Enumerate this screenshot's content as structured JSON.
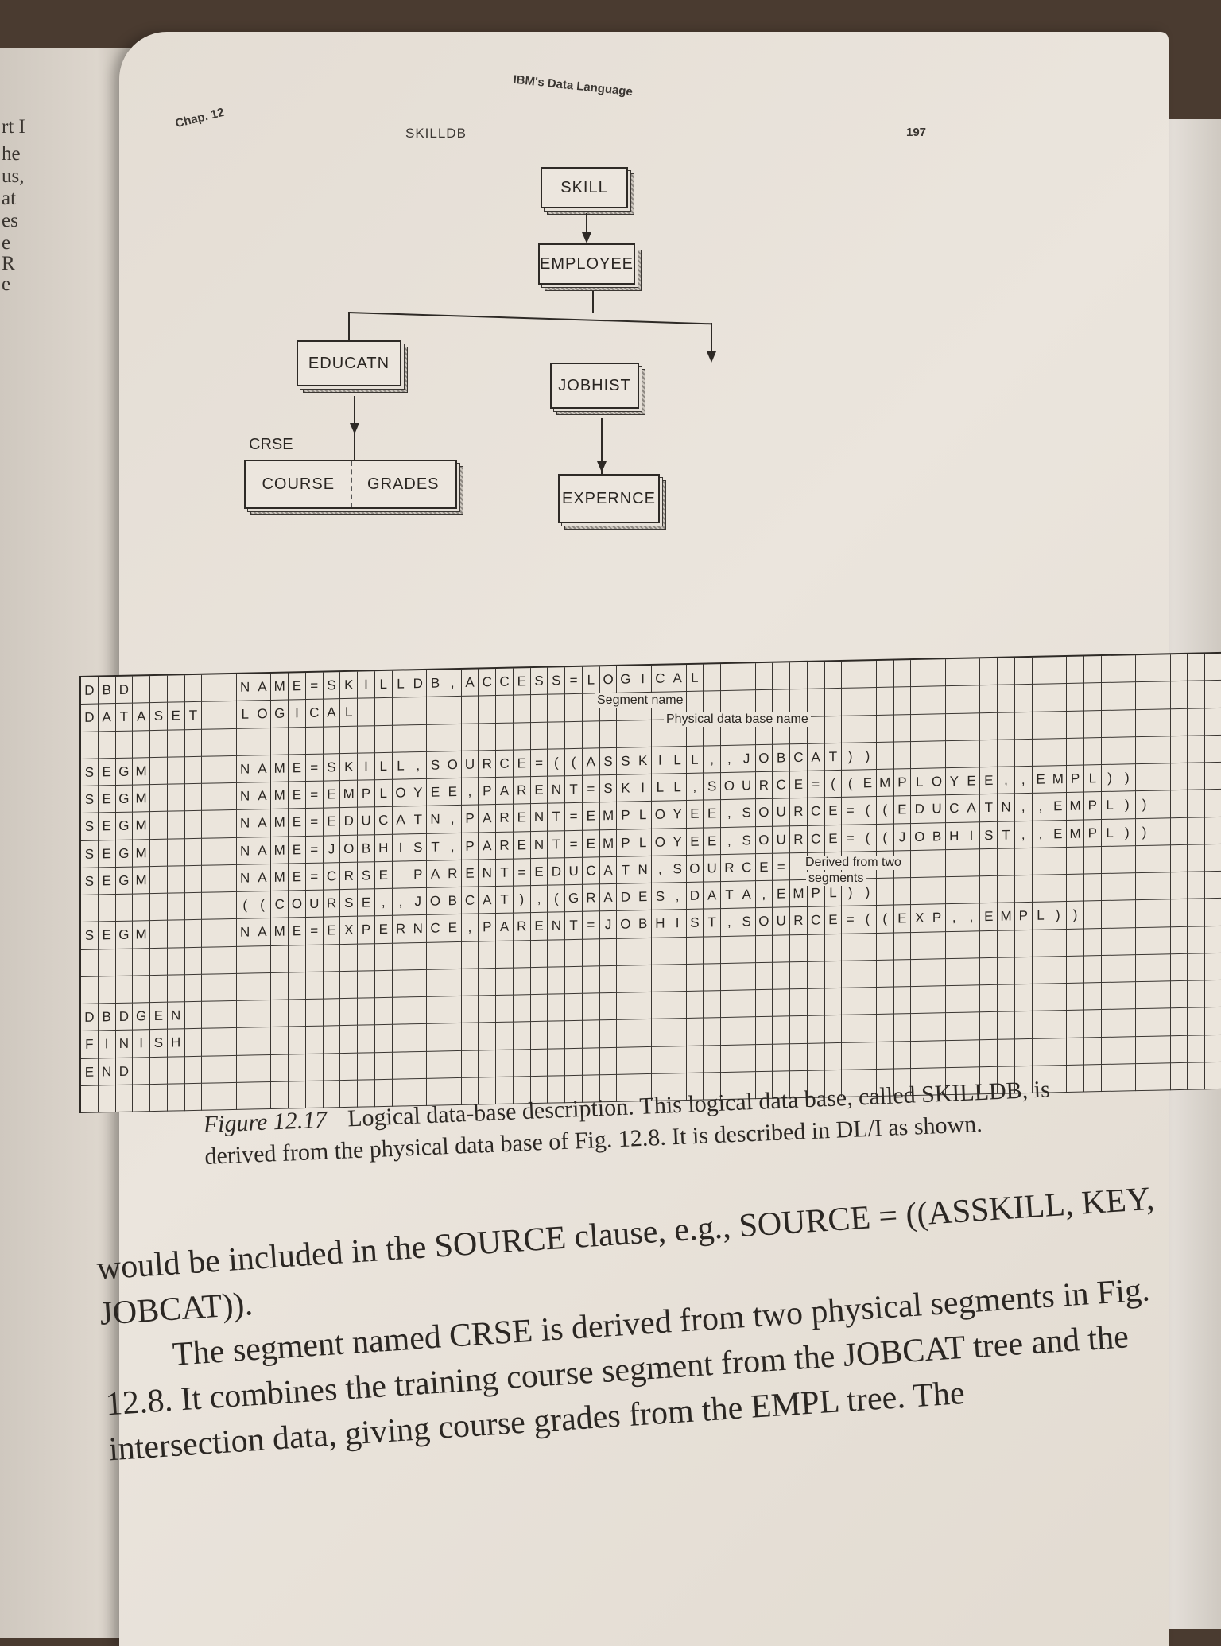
{
  "left_page": {
    "fragments": [
      "rt I",
      "he",
      "us,",
      "at",
      "es",
      "e",
      "R",
      "e"
    ]
  },
  "header": {
    "chapter": "Chap. 12",
    "running_title": "IBM's Data Language",
    "page_number": "197"
  },
  "diagram": {
    "title": "SKILLDB",
    "segments": {
      "skill": "SKILL",
      "employee": "EMPLOYEE",
      "educatn": "EDUCATN",
      "jobhist": "JOBHIST",
      "crse_label": "CRSE",
      "course": "COURSE",
      "grades": "GRADES",
      "expernce": "EXPERNCE"
    }
  },
  "coding_form": {
    "rows": [
      {
        "label": "DBD",
        "text": "NAME=SKILLDB,ACCESS=LOGICAL"
      },
      {
        "label": "DATASET",
        "text": "LOGICAL"
      },
      {
        "label": "",
        "text": ""
      },
      {
        "label": "SEGM",
        "text": "NAME=SKILL,SOURCE=((ASSKILL,,JOBCAT))"
      },
      {
        "label": "SEGM",
        "text": "NAME=EMPLOYEE,PARENT=SKILL,SOURCE=((EMPLOYEE,,EMPL))"
      },
      {
        "label": "SEGM",
        "text": "NAME=EDUCATN,PARENT=EMPLOYEE,SOURCE=((EDUCATN,,EMPL))"
      },
      {
        "label": "SEGM",
        "text": "NAME=JOBHIST,PARENT=EMPLOYEE,SOURCE=((JOBHIST,,EMPL))"
      },
      {
        "label": "SEGM",
        "text": "NAME=CRSE PARENT=EDUCATN,SOURCE="
      },
      {
        "label": "",
        "text": "((COURSE,,JOBCAT),(GRADES,DATA,EMPL))"
      },
      {
        "label": "SEGM",
        "text": "NAME=EXPERNCE,PARENT=JOBHIST,SOURCE=((EXP,,EMPL))"
      },
      {
        "label": "",
        "text": ""
      },
      {
        "label": "",
        "text": ""
      },
      {
        "label": "DBDGEN",
        "text": ""
      },
      {
        "label": "FINISH",
        "text": ""
      },
      {
        "label": "END",
        "text": ""
      },
      {
        "label": "",
        "text": ""
      }
    ],
    "annotations": {
      "segment_name": "Segment name",
      "physical_db_name": "Physical data base name",
      "derived_1": "Derived from two",
      "derived_2": "segments"
    }
  },
  "caption": {
    "figure_label": "Figure 12.17",
    "text": "Logical data-base description. This logical data base, called SKILLDB, is derived from the physical data base of Fig. 12.8. It is described in DL/I as shown."
  },
  "body": {
    "para1": "would be included in the SOURCE clause, e.g., SOURCE = ((ASSKILL, KEY, JOBCAT)).",
    "para2": "The segment named CRSE is derived from two physical segments in Fig. 12.8. It combines the training course segment from the JOBCAT tree and the intersection data, giving course grades from the EMPL tree. The"
  }
}
